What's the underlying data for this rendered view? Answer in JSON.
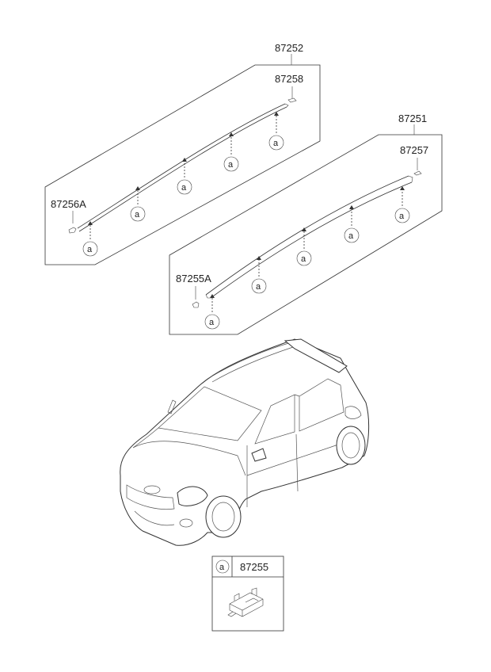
{
  "labels": {
    "part_87252": "87252",
    "part_87258": "87258",
    "part_87256A": "87256A",
    "part_87251": "87251",
    "part_87257": "87257",
    "part_87255A": "87255A",
    "part_87255": "87255"
  },
  "callout_letter": "a"
}
